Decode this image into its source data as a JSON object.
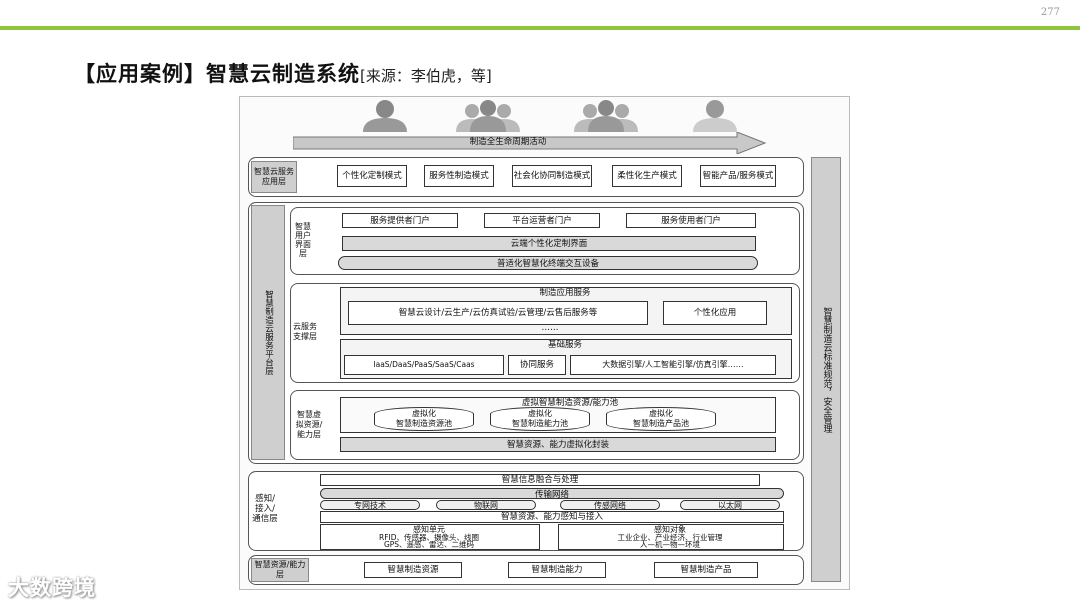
{
  "page_number": "277",
  "title": "【应用案例】智慧云制造系统",
  "source": "[来源：李伯虎，等]",
  "watermark": "大数跨境",
  "colors": {
    "accent": "#8dc63f",
    "panel_gray": "#cfcfcf"
  },
  "diagram": {
    "lifecycle": "制造全生命周期活动",
    "standards": "智慧制造云标准规范，安全管理",
    "app_layer": {
      "label": "智慧云服务应用层",
      "items": [
        "个性化定制模式",
        "服务性制造模式",
        "社会化协同制造模式",
        "柔性化生产模式",
        "智能产品/服务模式"
      ]
    },
    "platform_layer": {
      "label": "智慧制造云服务平台层",
      "ui": {
        "label": "智慧用户界面层",
        "portals": [
          "服务提供者门户",
          "平台运营者门户",
          "服务使用者门户"
        ],
        "custom_ui": "云端个性化定制界面",
        "terminal": "普适化智慧化终端交互设备"
      },
      "support": {
        "label": "云服务支撑层",
        "app_services_title": "制造应用服务",
        "app_services": "智慧云设计/云生产/云仿真试验/云管理/云售后服务等",
        "ellipsis": "……",
        "personalized": "个性化应用",
        "base_title": "基础服务",
        "base_items": [
          "IaaS/DaaS/PaaS/SaaS/Caas",
          "协同服务",
          "大数据引擎/人工智能引擎/仿真引擎……"
        ]
      },
      "virtual": {
        "label": "智慧虚拟资源/能力层",
        "pool_title": "虚拟智慧制造资源/能力池",
        "pools": [
          {
            "top": "虚拟化",
            "bottom": "智慧制造资源池"
          },
          {
            "top": "虚拟化",
            "bottom": "智慧制造能力池"
          },
          {
            "top": "虚拟化",
            "bottom": "智慧制造产品池"
          }
        ],
        "encapsulation": "智慧资源、能力虚拟化封装"
      }
    },
    "sense_layer": {
      "label": "感知/接入/通信层",
      "fusion": "智慧信息融合与处理",
      "network": "传输网络",
      "nets": [
        "专网技术",
        "物联网",
        "传感网络",
        "以太网"
      ],
      "access": "智慧资源、能力感知与接入",
      "unit_title": "感知单元",
      "unit_line1": "RFID、传感器、摄像头、线圈",
      "unit_line2": "GPS、遥感、雷达、二维码",
      "object_title": "感知对象",
      "object_line1": "工业企业、产业经济、行业管理",
      "object_line2": "人—机—物—环境"
    },
    "resource_layer": {
      "label": "智慧资源/能力层",
      "items": [
        "智慧制造资源",
        "智慧制造能力",
        "智慧制造产品"
      ]
    }
  }
}
